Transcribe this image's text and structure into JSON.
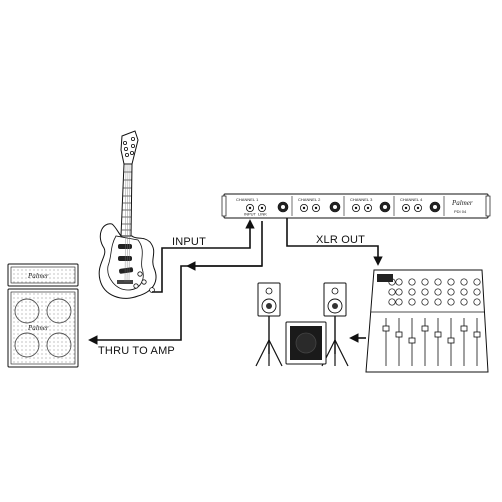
{
  "labels": {
    "input": "INPUT",
    "xlr_out": "XLR OUT",
    "thru_to_amp": "THRU TO AMP"
  },
  "di_box": {
    "channels": [
      "CHANNEL 1",
      "CHANNEL 2",
      "CHANNEL 3",
      "CHANNEL 4"
    ],
    "jack_labels": [
      "INPUT",
      "LINK"
    ],
    "brand": "Palmer",
    "model": "PDI 04"
  },
  "amp": {
    "head_brand": "Palmer",
    "cab_brand": "Palmer"
  },
  "colors": {
    "line": "#111111",
    "fill": "#ffffff",
    "speaker": "#555555",
    "dark": "#1a1a1a"
  },
  "icons": [
    "guitar-icon",
    "amp-stack-icon",
    "di-box-icon",
    "pa-speaker-icon",
    "subwoofer-icon",
    "mixer-icon",
    "arrow-icon"
  ]
}
